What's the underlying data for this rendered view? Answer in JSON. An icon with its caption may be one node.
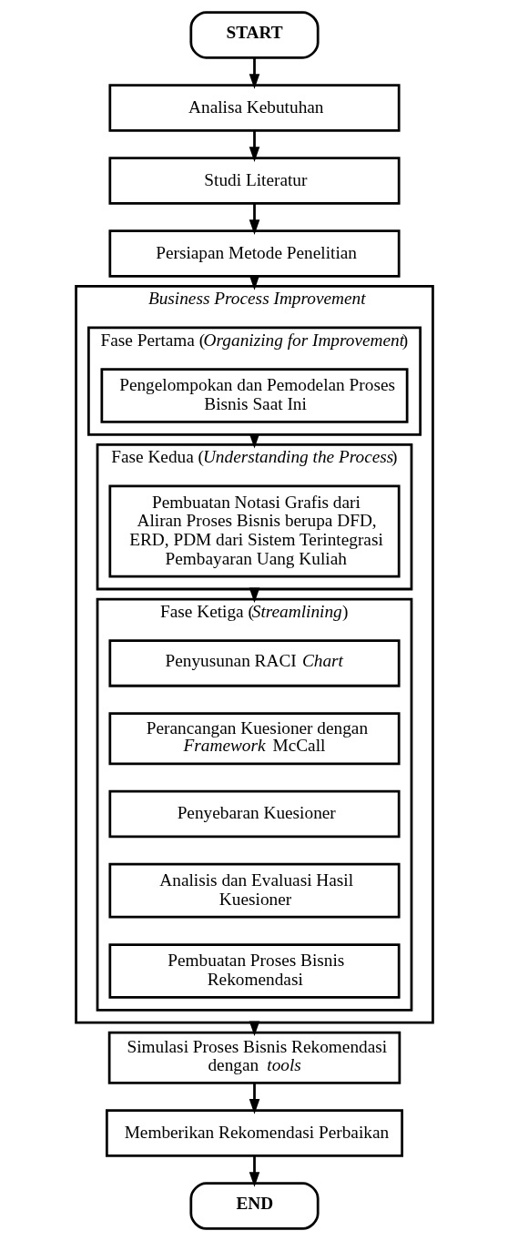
{
  "diagram": {
    "nodes": [
      {
        "text": [
          "START"
        ]
      },
      {
        "text": [
          "Analisa Kebutuhan"
        ]
      },
      {
        "text": [
          "Studi Literatur"
        ]
      },
      {
        "text": [
          "Persiapan Metode Penelitian"
        ]
      },
      {
        "text": [
          "Business Process Improvement"
        ]
      },
      {
        "text": [
          "Fase Pertama (*Organizing for Improvement*)"
        ],
        "in": 4
      },
      {
        "text": [
          "Pengelompokan dan Pemodelan Proses Bisnis Saat Ini"
        ],
        "in": 5
      },
      {
        "text": [
          "Fase Kedua (*Understanding the Process*)"
        ],
        "in": 4
      },
      {
        "text": [
          "Pembuatan Notasi Grafis dari Aliran Proses Bisnis berupa DFD, ERD, PDM dari Sistem Terintegrasi Pembayaran Uang Kuliah"
        ],
        "in": 7
      },
      {
        "text": [
          "Fase Ketiga (*Streamlining*)"
        ],
        "in": 4
      },
      {
        "text": [
          "Penyusunan RACI *Chart*"
        ],
        "in": 9
      },
      {
        "text": [
          "Perancangan Kuesioner dengan *Framework* McCall"
        ],
        "in": 9
      },
      {
        "text": [
          "Penyebaran Kuesioner"
        ],
        "in": 9
      },
      {
        "text": [
          "Analisis dan Evaluasi Hasil Kuesioner"
        ],
        "in": 9
      },
      {
        "text": [
          "Pembuatan Proses Bisnis Rekomendasi"
        ],
        "in": 9
      },
      {
        "text": [
          "Simulasi Proses Bisnis Rekomendasi dengan *tools*"
        ]
      },
      {
        "text": [
          "Memberikan Rekomendasi Perbaikan"
        ]
      },
      {
        "text": [
          "END"
        ]
      }
    ],
    "edges": [
      {
        "from": 0,
        "to": 1,
        "arrow": "to"
      },
      {
        "from": 1,
        "to": 2,
        "arrow": "to"
      },
      {
        "from": 2,
        "to": 3,
        "arrow": "to"
      },
      {
        "from": 3,
        "to": 4,
        "arrow": "to"
      },
      {
        "from": 5,
        "to": 7,
        "arrow": "to"
      },
      {
        "from": 7,
        "to": 9,
        "arrow": "to"
      },
      {
        "from": 4,
        "to": 15,
        "arrow": "to"
      },
      {
        "from": 15,
        "to": 16,
        "arrow": "to"
      },
      {
        "from": 16,
        "to": 17,
        "arrow": "to"
      }
    ]
  }
}
